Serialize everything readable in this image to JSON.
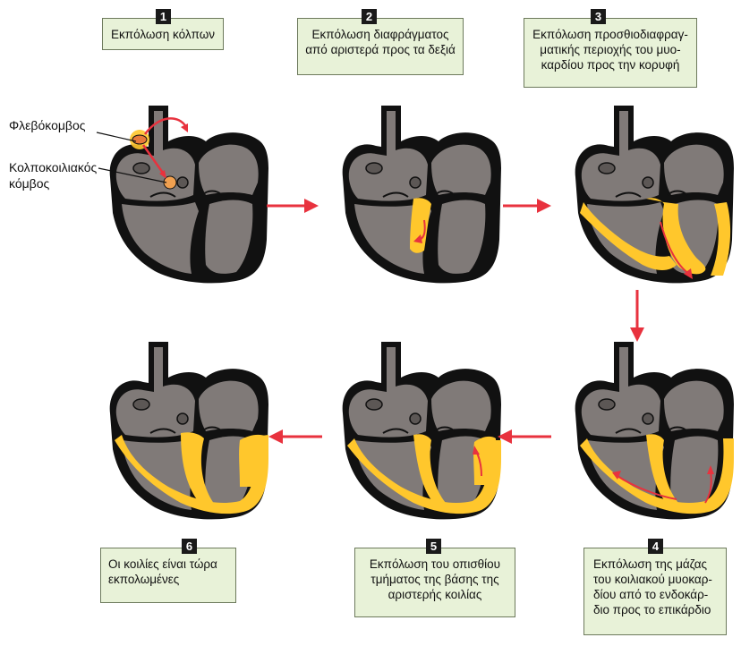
{
  "colors": {
    "heart_outline": "#111111",
    "heart_fill": "#807a78",
    "depolarized": "#ffc72c",
    "arrow": "#e8323e",
    "box_bg": "#e8f2d8"
  },
  "nodes": {
    "sinus_label": "Φλεβόκομβος",
    "av_label_line1": "Κολποκοιλιακός",
    "av_label_line2": "κόμβος"
  },
  "steps": [
    {
      "number": "1",
      "lines": [
        "Εκπόλωση κόλπων"
      ]
    },
    {
      "number": "2",
      "lines": [
        "Εκπόλωση διαφράγματος",
        "από αριστερά προς τα δεξιά"
      ]
    },
    {
      "number": "3",
      "lines": [
        "Εκπόλωση προσθιοδιαφραγ-",
        "ματικής περιοχής του μυο-",
        "καρδίου προς την κορυφή"
      ]
    },
    {
      "number": "4",
      "lines": [
        "Εκπόλωση της μάζας",
        "του κοιλιακού μυοκαρ-",
        "δίου από το ενδοκάρ-",
        "διο προς το επικάρδιο"
      ]
    },
    {
      "number": "5",
      "lines": [
        "Εκπόλωση του οπισθίου",
        "τμήματος της βάσης της",
        "αριστερής κοιλίας"
      ]
    },
    {
      "number": "6",
      "lines": [
        "Οι κοιλίες είναι τώρα",
        "εκπολωμένες"
      ]
    }
  ]
}
